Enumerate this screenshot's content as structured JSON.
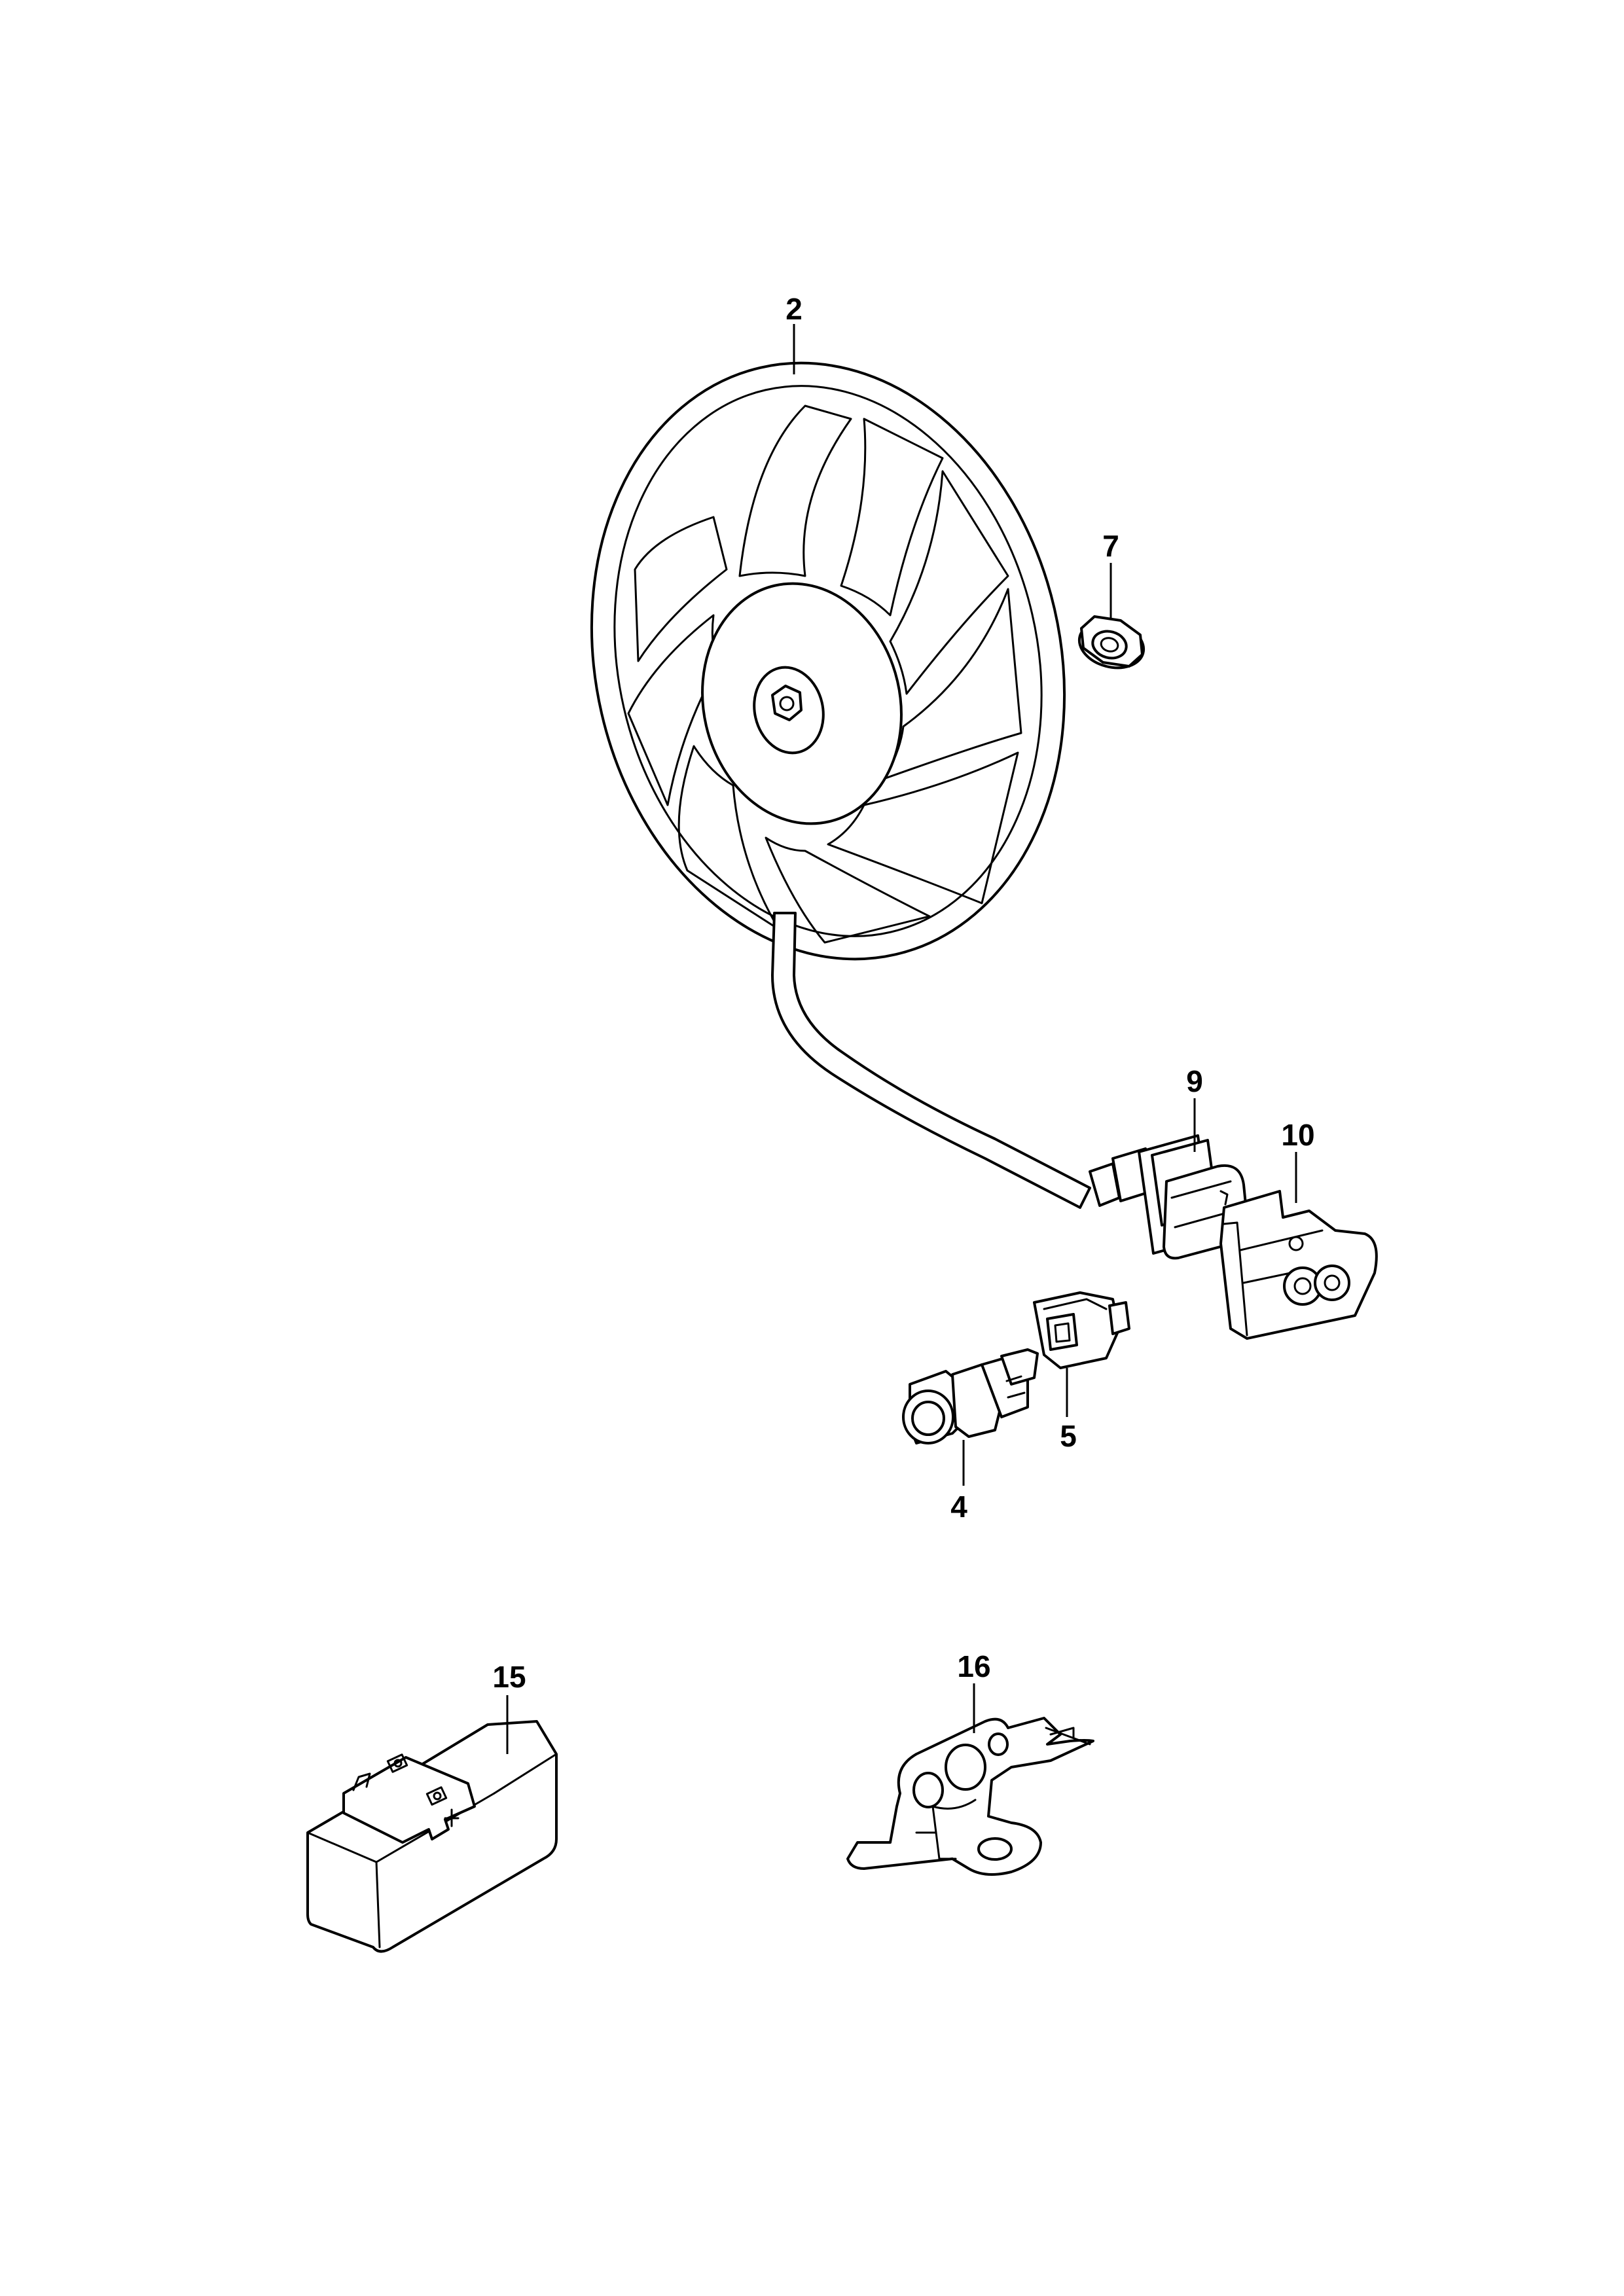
{
  "callouts": {
    "fan": "2",
    "nut": "7",
    "connector_9": "9",
    "connector_10": "10",
    "connector_5": "5",
    "switch_4": "4",
    "module_15": "15",
    "bracket_16": "16"
  },
  "colors": {
    "line": "#000000",
    "background": "#ffffff"
  }
}
